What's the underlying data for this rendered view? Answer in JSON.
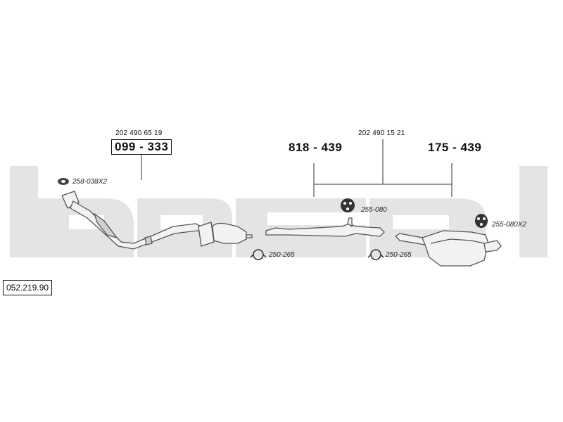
{
  "catalog_number": "052.219.90",
  "watermark": "bosal",
  "colors": {
    "watermark": "#e4e4e4",
    "pipe_fill": "#f2f2f2",
    "pipe_stroke": "#555555",
    "line": "#333333"
  },
  "front_section": {
    "oem_number": "202 490 65 19",
    "part_number": "099 - 333"
  },
  "rear_section": {
    "oem_number": "202 490 15 21",
    "middle_part": "818 - 439",
    "rear_part": "175 - 439"
  },
  "accessories": {
    "gasket_front": "258-038X2",
    "mount_mid": "255-080",
    "mount_rear": "255-080X2",
    "clamp_1": "250-265",
    "clamp_2": "250-265"
  }
}
